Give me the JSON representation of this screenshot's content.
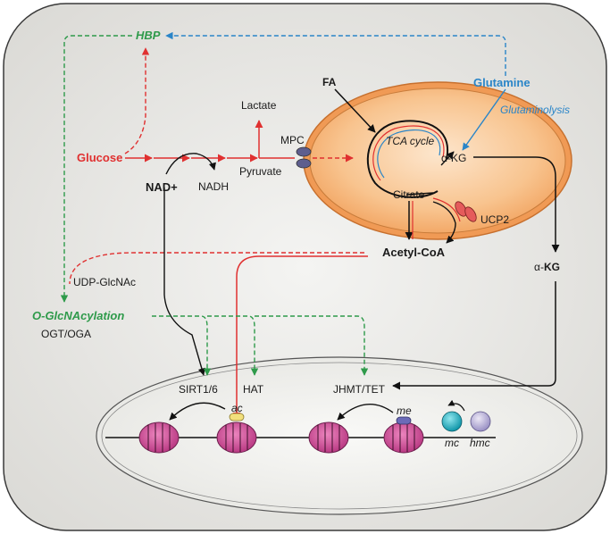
{
  "labels": {
    "hbp": "HBP",
    "glutamine": "Glutamine",
    "glutaminolysis": "Glutaminolysis",
    "fa": "FA",
    "lactate": "Lactate",
    "mpc": "MPC",
    "glucose": "Glucose",
    "nad_plus": "NAD+",
    "nadh": "NADH",
    "pyruvate": "Pyruvate",
    "tca_cycle": "TCA cycle",
    "akg_mito": "α-KG",
    "citrate": "Citrate",
    "ucp2": "UCP2",
    "acetyl_coa": "Acetyl-CoA",
    "akg_cyto_alpha": "α-",
    "akg_cyto_kg": "KG",
    "udp_glcnac": "UDP-GlcNAc",
    "o_glcnacylation": "O-GlcNAcylation",
    "ogt_oga": "OGT/OGA",
    "sirt": "SIRT1/6",
    "hat": "HAT",
    "jhmt_tet": "JHMT/TET",
    "ac": "ac",
    "me": "me",
    "mc": "mc",
    "hmc": "hmc"
  },
  "colors": {
    "glycolysis_red": "#e03030",
    "hbp_green": "#2e9a4a",
    "glutamine_blue": "#2a85c8",
    "cell_fill": "#e9e8e5",
    "mito_fill": "#f7c08a",
    "nucleosome": "#d24f9a",
    "me_mark": "#6b6bb8",
    "ac_mark": "#f2df7c",
    "mc_ball": "#1cb7c9",
    "hmc_ball": "#b7aed6"
  }
}
